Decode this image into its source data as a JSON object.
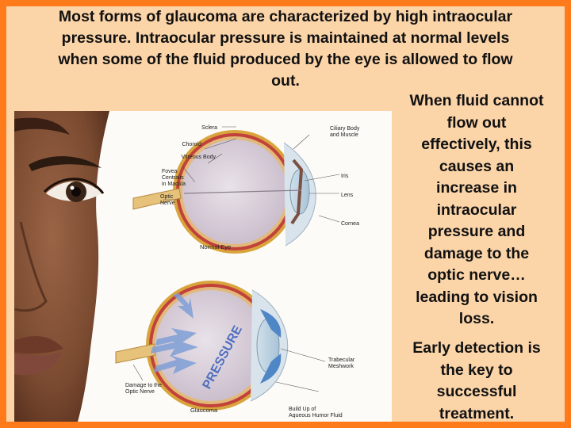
{
  "title": {
    "lines": [
      "Most forms of glaucoma are characterized by high intraocular",
      "pressure. Intraocular pressure is maintained at normal levels",
      "when some of the fluid produced by the eye is allowed to flow",
      "out."
    ]
  },
  "side_text": {
    "block1": [
      "When fluid cannot",
      "flow out",
      "effectively, this",
      "causes an",
      "increase in",
      "intraocular",
      "pressure and",
      "damage to the",
      "optic nerve…",
      "leading to vision",
      "loss."
    ],
    "block2": [
      "Early detection is",
      "the key to",
      "successful",
      "treatment."
    ]
  },
  "diagram": {
    "labels": {
      "sclera": "Sclera",
      "choroid": "Choroid",
      "vitreous": "Vitreous Body",
      "fovea_1": "Fovea",
      "fovea_2": "Centralis",
      "fovea_3": "in Macula",
      "optic_1": "Optic",
      "optic_2": "Nerve",
      "ciliary_1": "Ciliary Body",
      "ciliary_2": "and Muscle",
      "iris": "Iris",
      "lens": "Lens",
      "cornea": "Cornea",
      "normal_eye": "Normal Eye",
      "pressure": "PRESSURE",
      "damage_1": "Damage to the",
      "damage_2": "Optic Nerve",
      "glaucoma": "Glaucoma",
      "trabecular_1": "Trabecular",
      "trabecular_2": "Meshwork",
      "buildup_1": "Build Up of",
      "buildup_2": "Aqueous Humor Fluid"
    }
  }
}
